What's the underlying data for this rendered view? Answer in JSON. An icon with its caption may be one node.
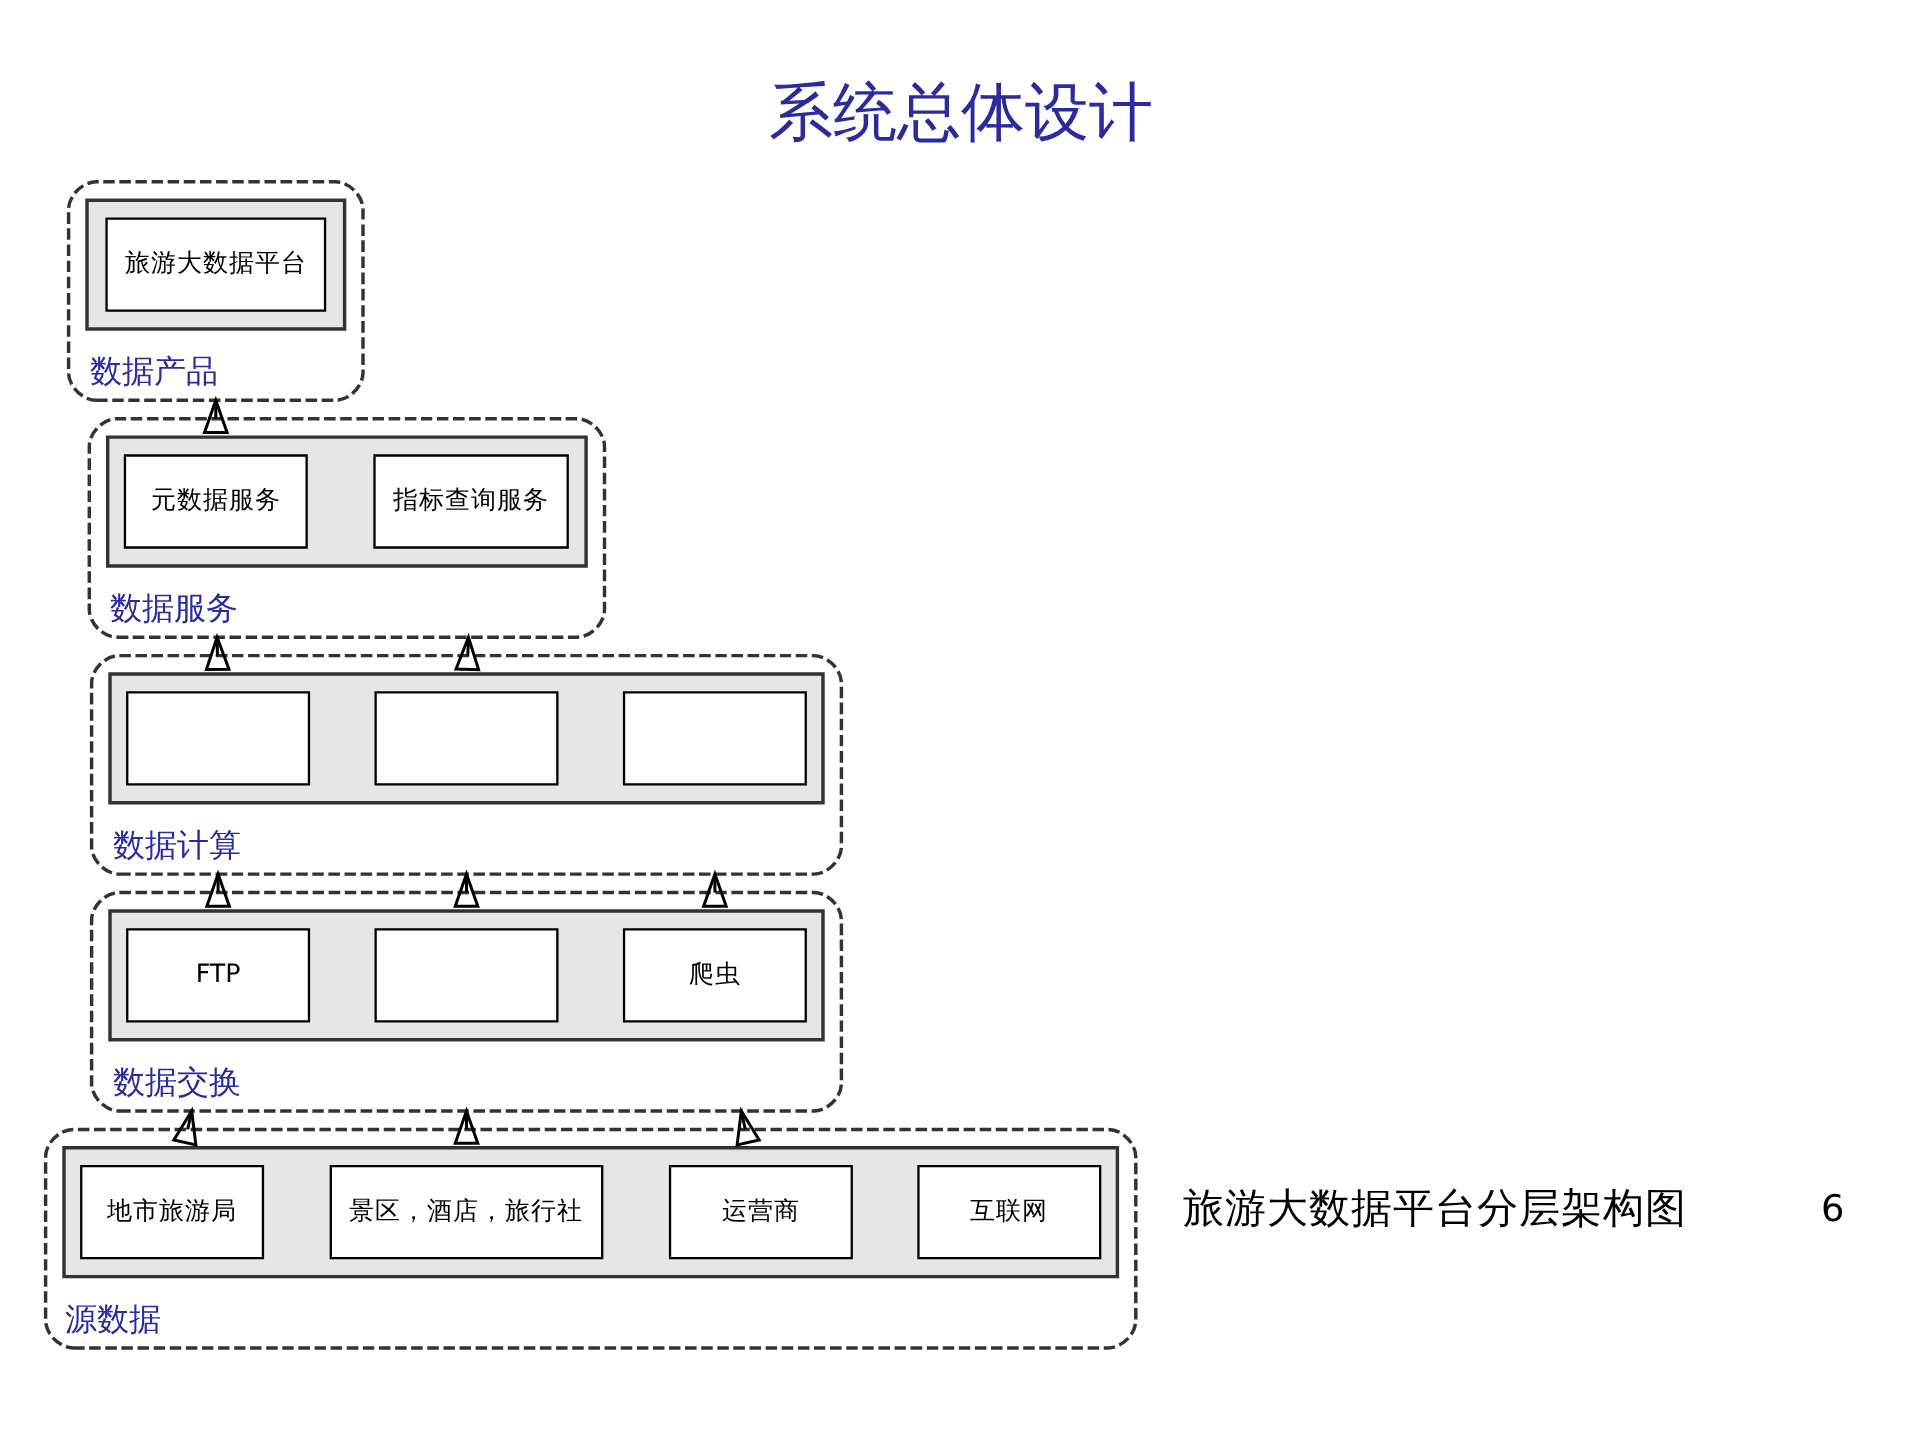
{
  "diagram": {
    "title": "系统总体设计",
    "nodes": [
      {
        "text": [
          "数据产品"
        ]
      },
      {
        "text": [],
        "shape": "box",
        "in": 0
      },
      {
        "text": [
          "旅游大数据平台"
        ],
        "in": 1
      },
      {
        "text": [
          "数据服务"
        ]
      },
      {
        "text": [],
        "shape": "box",
        "in": 3
      },
      {
        "text": [
          "元数据服务"
        ],
        "in": 4
      },
      {
        "text": [
          "指标查询服务"
        ],
        "in": 4
      },
      {
        "text": [
          "数据计算"
        ]
      },
      {
        "text": [],
        "shape": "box",
        "in": 7
      },
      {
        "text": [],
        "shape": "box",
        "in": 8
      },
      {
        "text": [],
        "shape": "box",
        "in": 8
      },
      {
        "text": [],
        "shape": "box",
        "in": 8
      },
      {
        "text": [
          "数据交换"
        ]
      },
      {
        "text": [],
        "shape": "box",
        "in": 12
      },
      {
        "text": [
          "FTP"
        ],
        "in": 13
      },
      {
        "text": [],
        "shape": "box",
        "in": 13
      },
      {
        "text": [
          "爬虫"
        ],
        "in": 13
      },
      {
        "text": [
          "源数据"
        ]
      },
      {
        "text": [],
        "shape": "box",
        "in": 17
      },
      {
        "text": [
          "地市旅游局"
        ],
        "in": 18
      },
      {
        "text": [
          "景区，酒店，旅行社"
        ],
        "in": 18
      },
      {
        "text": [
          "运营商"
        ],
        "in": 18
      },
      {
        "text": [
          "互联网"
        ],
        "in": 18
      }
    ],
    "edges": [
      {
        "from": 17,
        "to": 12,
        "arrow": "to"
      },
      {
        "from": 17,
        "to": 12,
        "arrow": "to"
      },
      {
        "from": 17,
        "to": 12,
        "arrow": "to"
      },
      {
        "from": 12,
        "to": 7,
        "arrow": "to"
      },
      {
        "from": 12,
        "to": 7,
        "arrow": "to"
      },
      {
        "from": 12,
        "to": 7,
        "arrow": "to"
      },
      {
        "from": 7,
        "to": 3,
        "arrow": "to"
      },
      {
        "from": 7,
        "to": 3,
        "arrow": "to"
      },
      {
        "from": 3,
        "to": 0,
        "arrow": "to"
      }
    ],
    "labels": [
      "旅游大数据平台分层架构图",
      "6"
    ]
  }
}
